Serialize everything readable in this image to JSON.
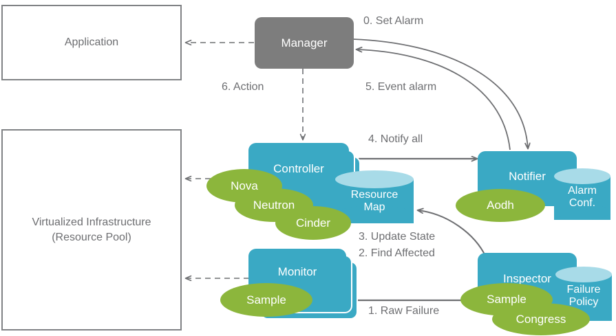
{
  "diagram": {
    "title": "Fault management architecture flow",
    "colors": {
      "teal": "#3aa9c4",
      "teal_light": "#a8dbe8",
      "green": "#8cb63c",
      "grey": "#7d7d7d",
      "outline": "#808285",
      "text": "#6d6e71"
    },
    "boxes": {
      "application": "Application",
      "infrastructure_line1": "Virtualized  Infrastructure",
      "infrastructure_line2": "(Resource Pool)",
      "manager": "Manager",
      "controller": "Controller",
      "monitor": "Monitor",
      "notifier": "Notifier",
      "inspector": "Inspector"
    },
    "datastores": {
      "resource_map_line1": "Resource",
      "resource_map_line2": "Map",
      "alarm_conf_line1": "Alarm",
      "alarm_conf_line2": "Conf.",
      "failure_policy_line1": "Failure",
      "failure_policy_line2": "Policy"
    },
    "plugins": {
      "nova": "Nova",
      "neutron": "Neutron",
      "cinder": "Cinder",
      "aodh": "Aodh",
      "monitor_sample": "Sample",
      "inspector_sample": "Sample",
      "congress": "Congress"
    },
    "flows": {
      "step0": "0. Set Alarm",
      "step1": "1. Raw Failure",
      "step2": "2. Find Affected",
      "step3": "3. Update State",
      "step4": "4. Notify all",
      "step5": "5. Event alarm",
      "step6": "6. Action"
    }
  }
}
